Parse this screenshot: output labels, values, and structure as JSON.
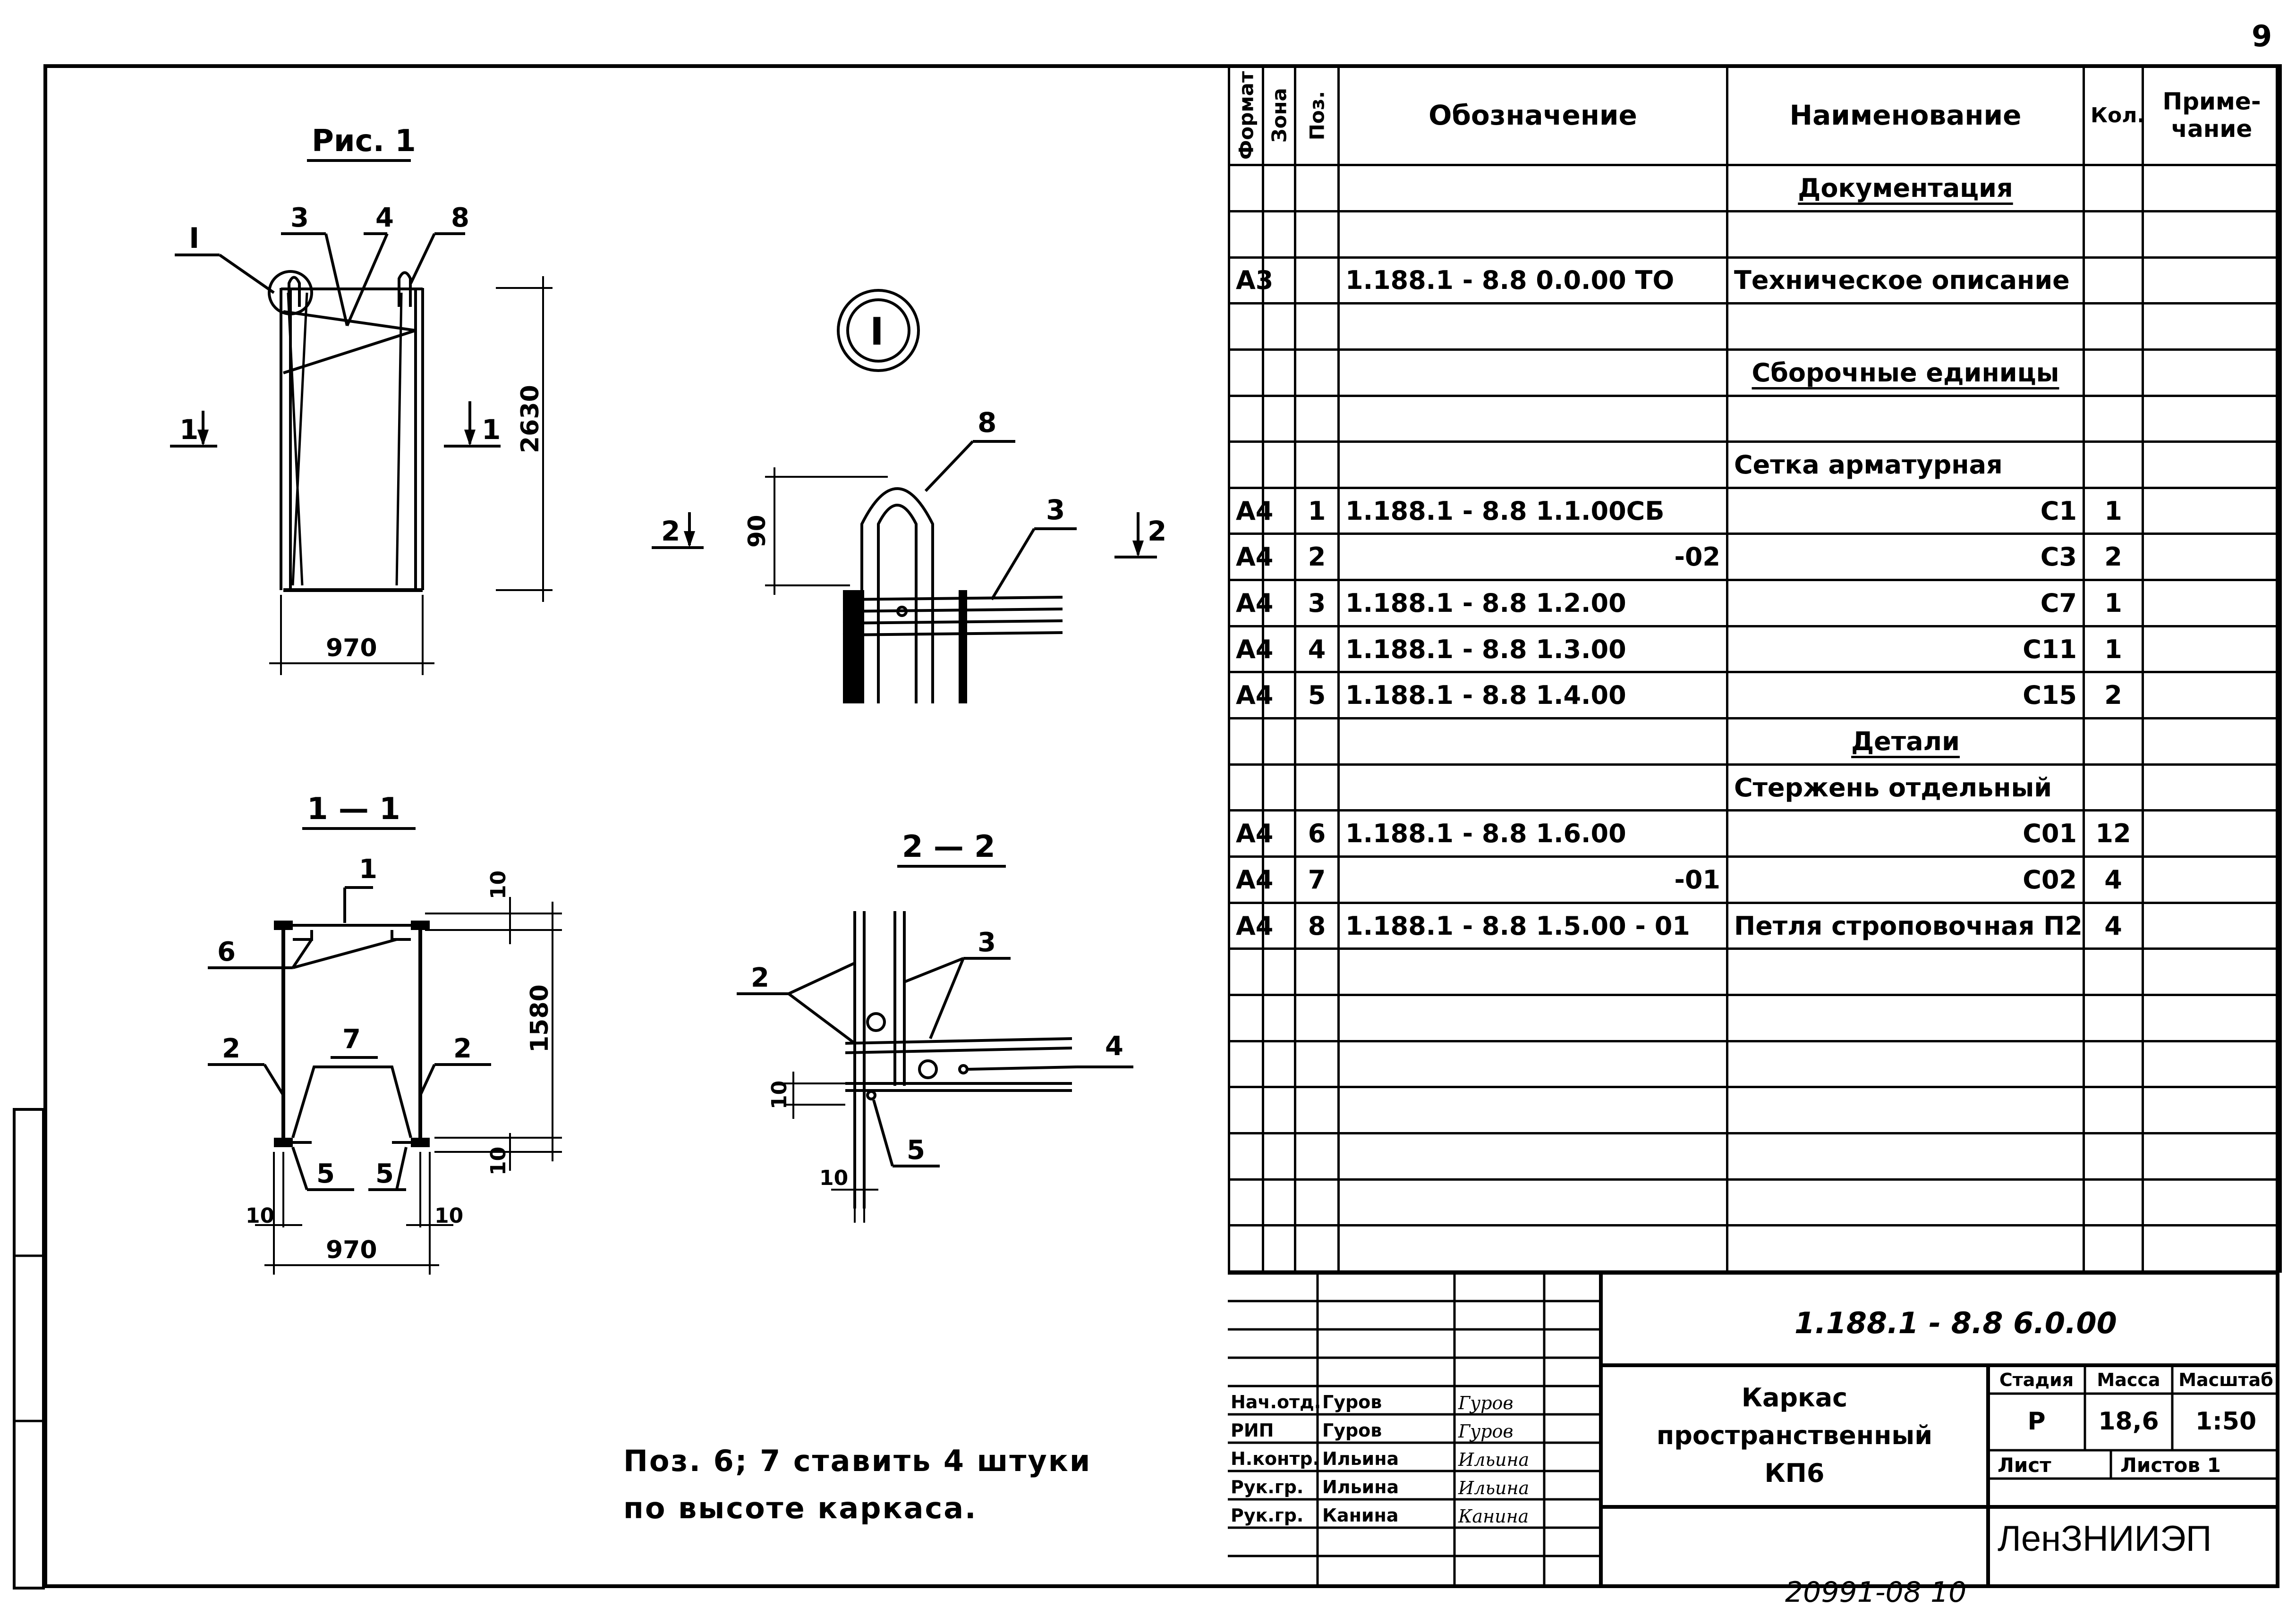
{
  "sheet_number": "9",
  "bottom_code": "20991-08 10",
  "drawings": {
    "fig1": {
      "title": "Рис. 1",
      "callout": "I",
      "pos_labels": [
        "3",
        "4",
        "8"
      ],
      "section_marks": [
        "1",
        "1"
      ],
      "height_dim": "2630",
      "width_dim": "970"
    },
    "detail_I": {
      "label": "I",
      "pos_labels": [
        "8",
        "3"
      ],
      "section_marks": [
        "2",
        "2"
      ],
      "dim": "90"
    },
    "section_1_1": {
      "title": "1 — 1",
      "pos_labels": [
        "1",
        "6",
        "2",
        "7",
        "2",
        "5",
        "5"
      ],
      "dims": [
        "10",
        "1580",
        "10",
        "10",
        "10",
        "970"
      ]
    },
    "section_2_2": {
      "title": "2 — 2",
      "pos_labels": [
        "2",
        "3",
        "4",
        "5"
      ],
      "dims": [
        "10",
        "10"
      ]
    }
  },
  "note": {
    "line1": "Поз. 6; 7 ставить 4 штуки",
    "line2": "по высоте каркаса."
  },
  "spec": {
    "headers": {
      "format": "Формат",
      "zone": "Зона",
      "pos": "Поз.",
      "designation": "Обозначение",
      "name": "Наименование",
      "qty": "Кол.",
      "note": "Приме-чание"
    },
    "rows": [
      {
        "format": "",
        "pos": "",
        "designation": "",
        "name": "Документация",
        "qty": "",
        "section": true
      },
      {
        "format": "",
        "pos": "",
        "designation": "",
        "name": "",
        "qty": ""
      },
      {
        "format": "A3",
        "pos": "",
        "designation": "1.188.1 - 8.8   0.0.00 ТО",
        "name": "Техническое описание",
        "qty": ""
      },
      {
        "format": "",
        "pos": "",
        "designation": "",
        "name": "",
        "qty": ""
      },
      {
        "format": "",
        "pos": "",
        "designation": "",
        "name": "Сборочные единицы",
        "qty": "",
        "section": true
      },
      {
        "format": "",
        "pos": "",
        "designation": "",
        "name": "",
        "qty": ""
      },
      {
        "format": "",
        "pos": "",
        "designation": "",
        "name": "Сетка арматурная",
        "qty": ""
      },
      {
        "format": "A4",
        "pos": "1",
        "designation": "1.188.1 - 8.8        1.1.00СБ",
        "name": "С1",
        "qty": "1"
      },
      {
        "format": "A4",
        "pos": "2",
        "designation": "-02",
        "name": "С3",
        "qty": "2",
        "desig_right": true
      },
      {
        "format": "A4",
        "pos": "3",
        "designation": "1.188.1 - 8.8        1.2.00",
        "name": "С7",
        "qty": "1"
      },
      {
        "format": "A4",
        "pos": "4",
        "designation": "1.188.1 - 8.8        1.3.00",
        "name": "С11",
        "qty": "1"
      },
      {
        "format": "A4",
        "pos": "5",
        "designation": "1.188.1 - 8.8        1.4.00",
        "name": "С15",
        "qty": "2"
      },
      {
        "format": "",
        "pos": "",
        "designation": "",
        "name": "Детали",
        "qty": "",
        "section": true
      },
      {
        "format": "",
        "pos": "",
        "designation": "",
        "name": "Стержень отдельный",
        "qty": ""
      },
      {
        "format": "A4",
        "pos": "6",
        "designation": "1.188.1 - 8.8    1.6.00",
        "name": "С01",
        "qty": "12"
      },
      {
        "format": "A4",
        "pos": "7",
        "designation": "-01",
        "name": "С02",
        "qty": "4",
        "desig_right": true
      },
      {
        "format": "A4",
        "pos": "8",
        "designation": "1.188.1 - 8.8   1.5.00  - 01",
        "name": "Петля строповочная П2",
        "qty": "4"
      },
      {
        "format": "",
        "pos": "",
        "designation": "",
        "name": "",
        "qty": ""
      },
      {
        "format": "",
        "pos": "",
        "designation": "",
        "name": "",
        "qty": ""
      },
      {
        "format": "",
        "pos": "",
        "designation": "",
        "name": "",
        "qty": ""
      },
      {
        "format": "",
        "pos": "",
        "designation": "",
        "name": "",
        "qty": ""
      },
      {
        "format": "",
        "pos": "",
        "designation": "",
        "name": "",
        "qty": ""
      },
      {
        "format": "",
        "pos": "",
        "designation": "",
        "name": "",
        "qty": ""
      },
      {
        "format": "",
        "pos": "",
        "designation": "",
        "name": "",
        "qty": ""
      }
    ]
  },
  "title_block": {
    "doc_code": "1.188.1    - 8.8   6.0.00",
    "title_line1": "Каркас пространственный",
    "title_line2": "КП6",
    "stage_label": "Стадия",
    "mass_label": "Масса",
    "scale_label": "Масштаб",
    "stage": "Р",
    "mass": "18,6",
    "scale": "1:50",
    "sheet_label": "Лист",
    "sheets_label": "Листов 1",
    "org": "ЛенЗНИИЭП",
    "people": [
      {
        "role": "Нач.отд.",
        "name": "Гуров",
        "sig": "Гуров"
      },
      {
        "role": "РИП",
        "name": "Гуров",
        "sig": "Гуров"
      },
      {
        "role": "Н.контр.",
        "name": "Ильина",
        "sig": "Ильина"
      },
      {
        "role": "Рук.гр.",
        "name": "Ильина",
        "sig": "Ильина"
      },
      {
        "role": "Рук.гр.",
        "name": "Канина",
        "sig": "Канина"
      }
    ]
  }
}
